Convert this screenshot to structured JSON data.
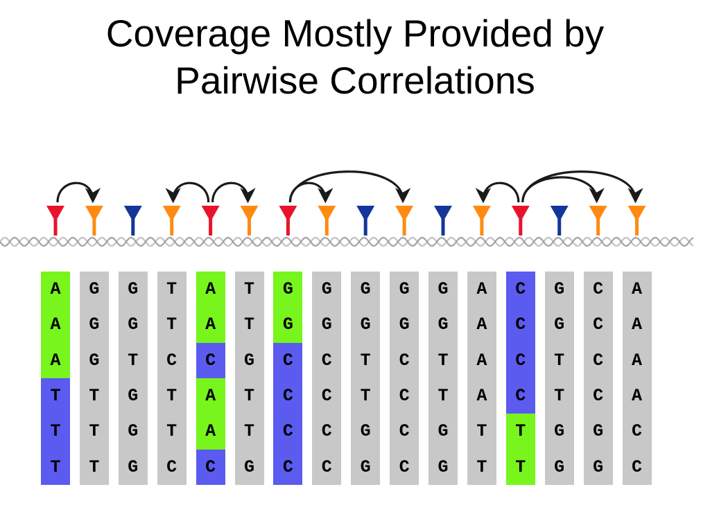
{
  "title": {
    "line1": "Coverage Mostly Provided by",
    "line2": "Pairwise Correlations"
  },
  "colors": {
    "background": "#ffffff",
    "cell_default": "#c8c8c8",
    "highlight_green": "#77f51c",
    "highlight_blue": "#5b5bf0",
    "marker_red": "#e8132b",
    "marker_orange": "#ff8a12",
    "marker_blue": "#14369a",
    "arrow": "#1a1a1a",
    "dna_strand": "#9a9a9a"
  },
  "markers": [
    "red",
    "orange",
    "blue",
    "orange",
    "red",
    "orange",
    "red",
    "orange",
    "blue",
    "orange",
    "blue",
    "orange",
    "red",
    "blue",
    "orange",
    "orange"
  ],
  "arrows": [
    {
      "from": 0,
      "to": 1,
      "direction": "right"
    },
    {
      "from": 4,
      "to": 3,
      "direction": "left"
    },
    {
      "from": 4,
      "to": 5,
      "direction": "right"
    },
    {
      "from": 6,
      "to": 7,
      "direction": "right"
    },
    {
      "from": 6,
      "to": 9,
      "direction": "right"
    },
    {
      "from": 12,
      "to": 11,
      "direction": "left"
    },
    {
      "from": 12,
      "to": 14,
      "direction": "right"
    },
    {
      "from": 12,
      "to": 15,
      "direction": "right"
    }
  ],
  "sequences": [
    [
      "A",
      "G",
      "G",
      "T",
      "A",
      "T",
      "G",
      "G",
      "G",
      "G",
      "G",
      "A",
      "C",
      "G",
      "C",
      "A"
    ],
    [
      "A",
      "G",
      "G",
      "T",
      "A",
      "T",
      "G",
      "G",
      "G",
      "G",
      "G",
      "A",
      "C",
      "G",
      "C",
      "A"
    ],
    [
      "A",
      "G",
      "T",
      "C",
      "C",
      "G",
      "C",
      "C",
      "T",
      "C",
      "T",
      "A",
      "C",
      "T",
      "C",
      "A"
    ],
    [
      "T",
      "T",
      "G",
      "T",
      "A",
      "T",
      "C",
      "C",
      "T",
      "C",
      "T",
      "A",
      "C",
      "T",
      "C",
      "A"
    ],
    [
      "T",
      "T",
      "G",
      "T",
      "A",
      "T",
      "C",
      "C",
      "G",
      "C",
      "G",
      "T",
      "T",
      "G",
      "G",
      "C"
    ],
    [
      "T",
      "T",
      "G",
      "C",
      "C",
      "G",
      "C",
      "C",
      "G",
      "C",
      "G",
      "T",
      "T",
      "G",
      "G",
      "C"
    ]
  ],
  "highlights": [
    {
      "col": 0,
      "row": 0,
      "color": "green"
    },
    {
      "col": 0,
      "row": 1,
      "color": "green"
    },
    {
      "col": 0,
      "row": 2,
      "color": "green"
    },
    {
      "col": 0,
      "row": 3,
      "color": "blue"
    },
    {
      "col": 0,
      "row": 4,
      "color": "blue"
    },
    {
      "col": 0,
      "row": 5,
      "color": "blue"
    },
    {
      "col": 4,
      "row": 0,
      "color": "green"
    },
    {
      "col": 4,
      "row": 1,
      "color": "green"
    },
    {
      "col": 4,
      "row": 2,
      "color": "blue"
    },
    {
      "col": 4,
      "row": 3,
      "color": "green"
    },
    {
      "col": 4,
      "row": 4,
      "color": "green"
    },
    {
      "col": 4,
      "row": 5,
      "color": "blue"
    },
    {
      "col": 6,
      "row": 0,
      "color": "green"
    },
    {
      "col": 6,
      "row": 1,
      "color": "green"
    },
    {
      "col": 6,
      "row": 2,
      "color": "blue"
    },
    {
      "col": 6,
      "row": 3,
      "color": "blue"
    },
    {
      "col": 6,
      "row": 4,
      "color": "blue"
    },
    {
      "col": 6,
      "row": 5,
      "color": "blue"
    },
    {
      "col": 12,
      "row": 0,
      "color": "blue"
    },
    {
      "col": 12,
      "row": 1,
      "color": "blue"
    },
    {
      "col": 12,
      "row": 2,
      "color": "blue"
    },
    {
      "col": 12,
      "row": 3,
      "color": "blue"
    },
    {
      "col": 12,
      "row": 4,
      "color": "green"
    },
    {
      "col": 12,
      "row": 5,
      "color": "green"
    }
  ]
}
